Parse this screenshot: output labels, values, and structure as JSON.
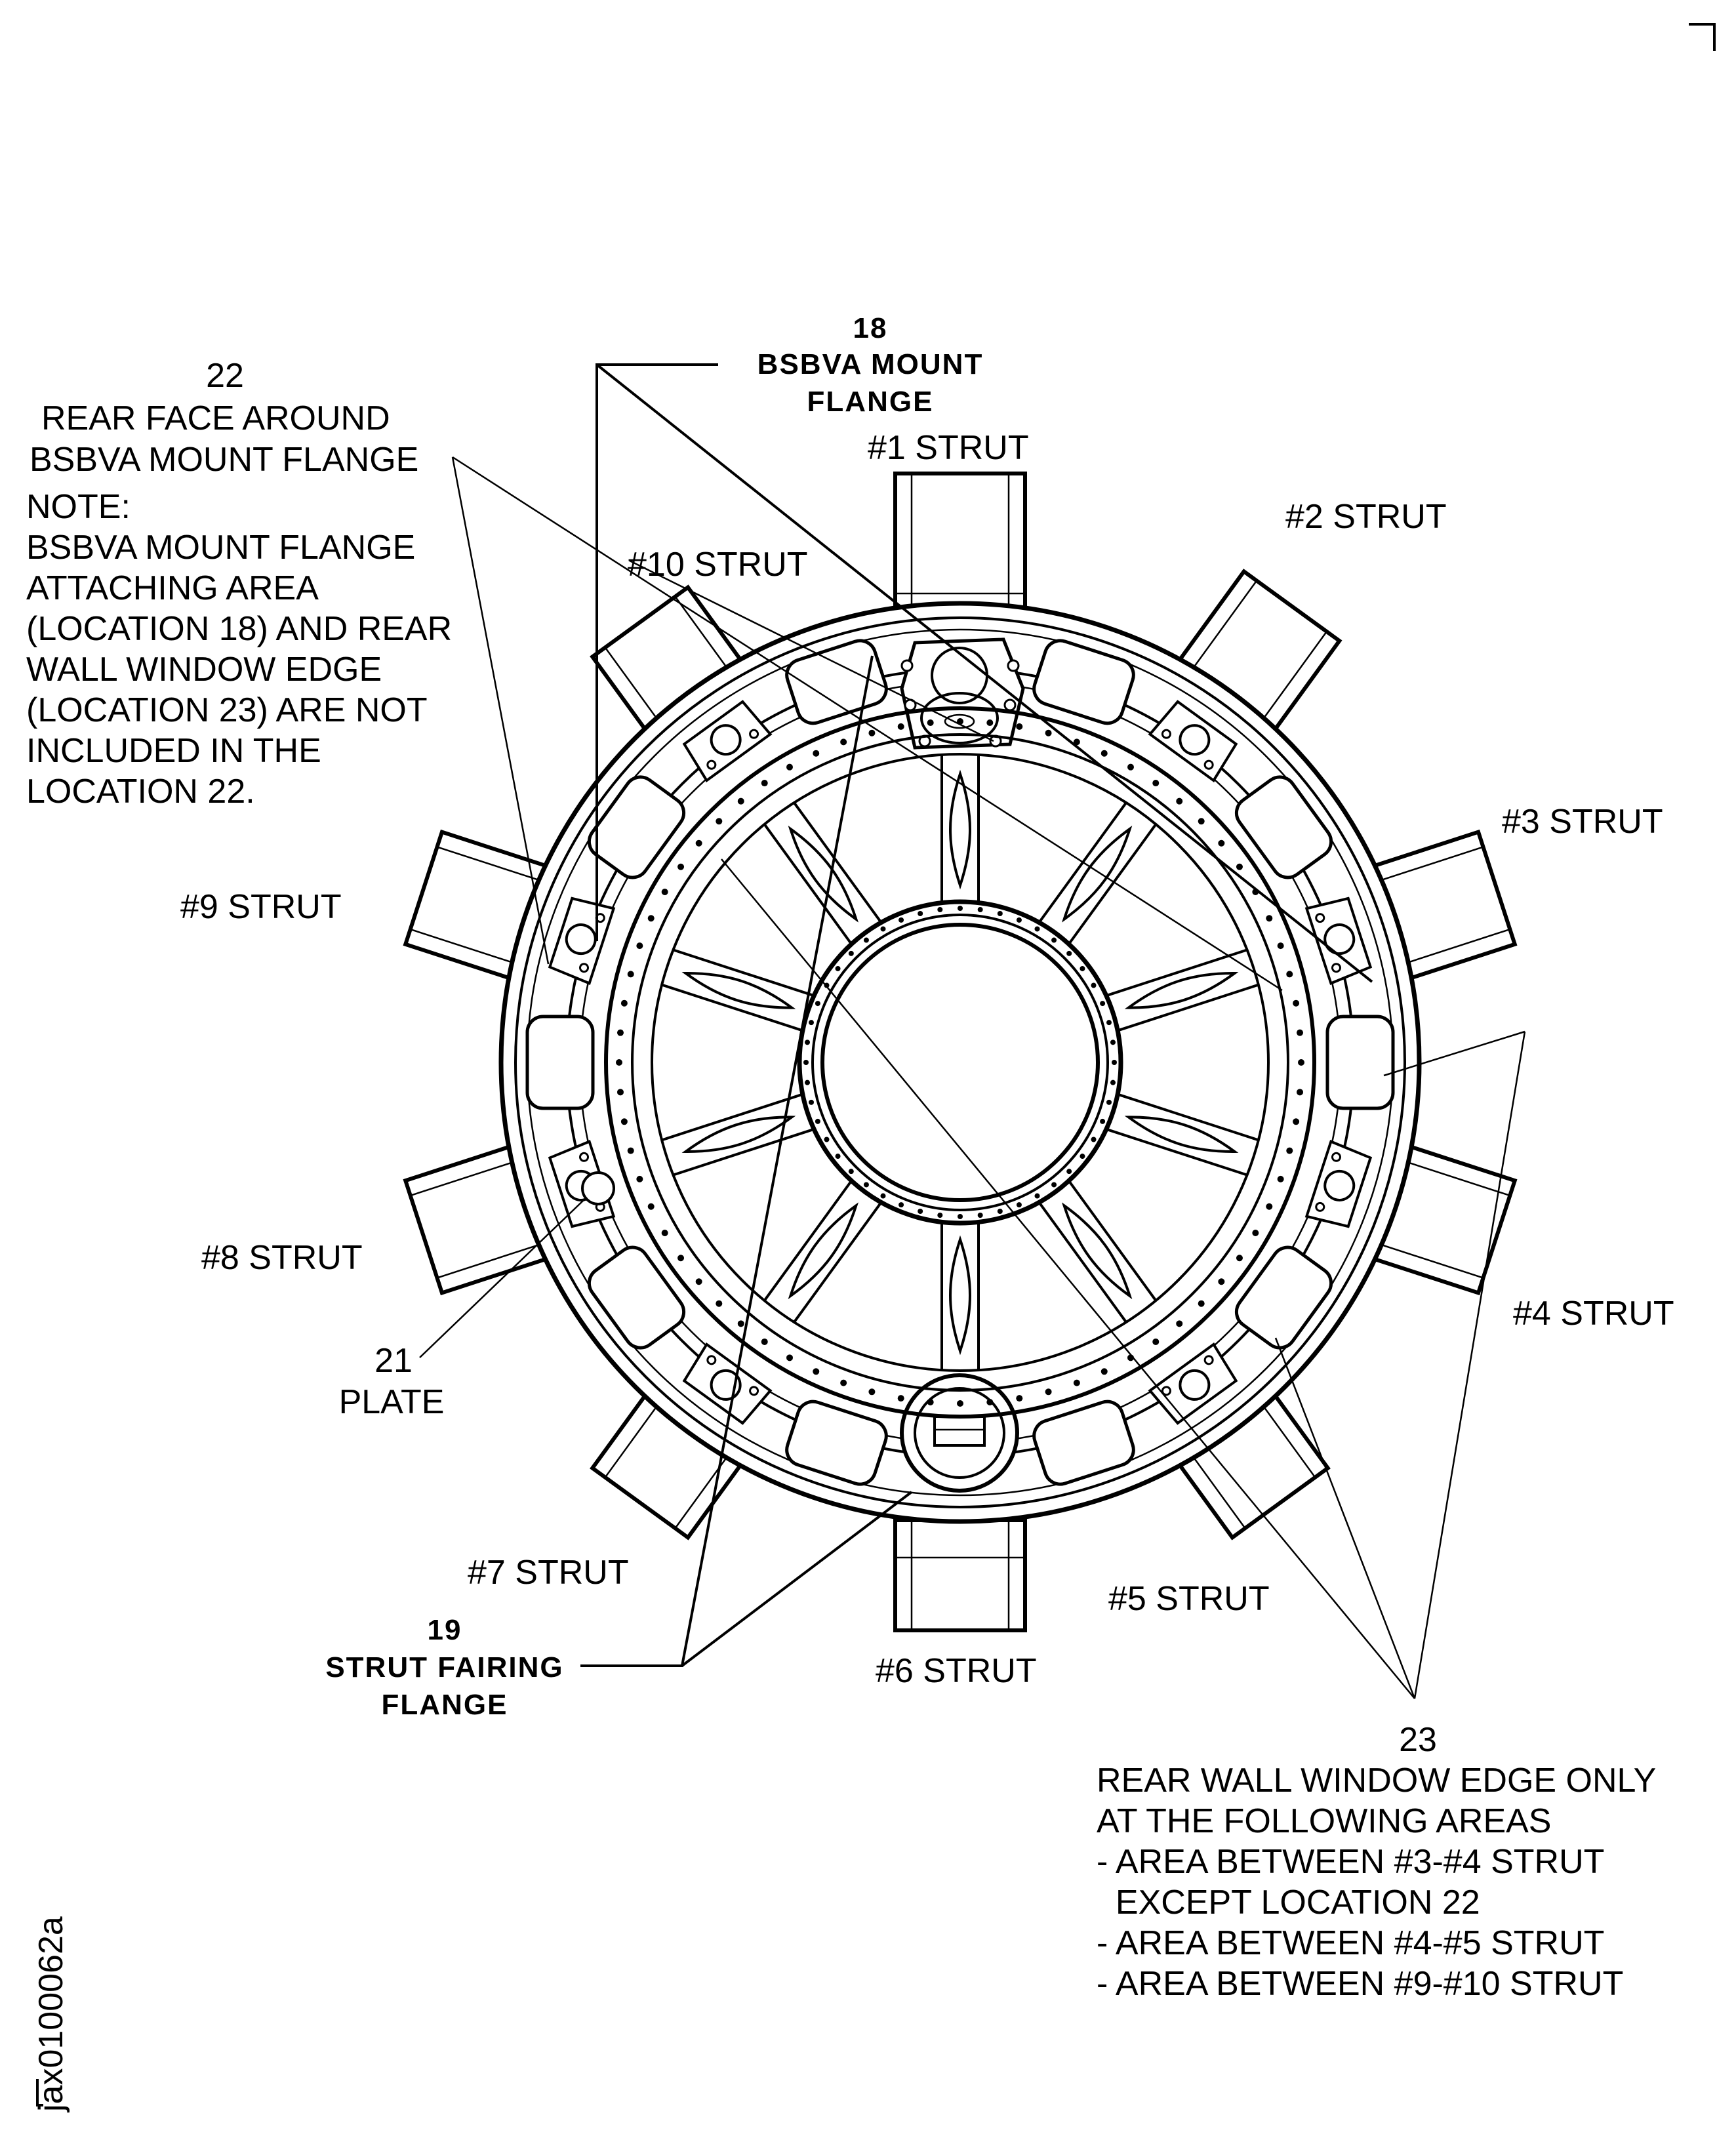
{
  "labels": {
    "loc18": {
      "num": "18",
      "line1": "BSBVA  MOUNT",
      "line2": "FLANGE"
    },
    "loc22": {
      "num": "22",
      "line1": "REAR FACE AROUND",
      "line2": "BSBVA MOUNT FLANGE"
    },
    "note": {
      "title": "NOTE:",
      "lines": [
        "BSBVA MOUNT FLANGE",
        "ATTACHING AREA",
        "(LOCATION 18) AND REAR",
        "WALL WINDOW EDGE",
        "(LOCATION 23) ARE NOT",
        "INCLUDED IN THE",
        "LOCATION 22."
      ]
    },
    "struts": {
      "s1": "#1 STRUT",
      "s2": "#2 STRUT",
      "s3": "#3 STRUT",
      "s4": "#4 STRUT",
      "s5": "#5 STRUT",
      "s6": "#6 STRUT",
      "s7": "#7 STRUT",
      "s8": "#8 STRUT",
      "s9": "#9 STRUT",
      "s10": "#10 STRUT"
    },
    "loc21": {
      "num": "21",
      "name": "PLATE"
    },
    "loc19": {
      "num": "19",
      "line1": "STRUT  FAIRING",
      "line2": "FLANGE"
    },
    "loc23": {
      "num": "23",
      "lines": [
        "REAR WALL WINDOW EDGE ONLY",
        "AT THE FOLLOWING AREAS",
        "- AREA BETWEEN #3-#4 STRUT",
        "  EXCEPT LOCATION 22",
        "- AREA BETWEEN #4-#5 STRUT",
        "- AREA BETWEEN #9-#10 STRUT"
      ]
    },
    "figure_id": "jax0100062a"
  }
}
